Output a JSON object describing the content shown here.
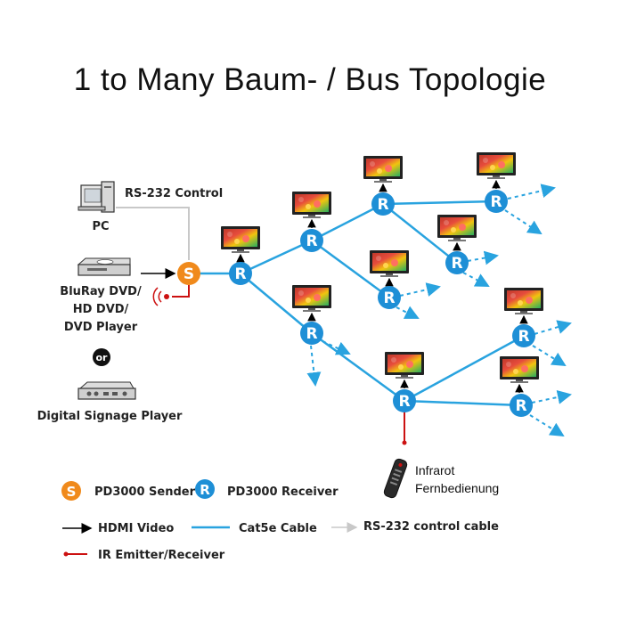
{
  "title": "1 to Many Baum- / Bus Topologie",
  "sources": {
    "pc": "PC",
    "rs232_control": "RS-232 Control",
    "bluray_line1": "BluRay DVD/",
    "bluray_line2": "HD DVD/",
    "bluray_line3": "DVD Player",
    "or": "or",
    "signage": "Digital Signage Player"
  },
  "nodes": {
    "sender_letter": "S",
    "receiver_letter": "R"
  },
  "remote": {
    "line1": "Infrarot",
    "line2": "Fernbedienung"
  },
  "legend": {
    "sender": "PD3000 Sender",
    "receiver": "PD3000 Receiver",
    "hdmi": "HDMI Video",
    "cat5e": "Cat5e Cable",
    "rs232": "RS-232 control cable",
    "ir": "IR Emitter/Receiver"
  },
  "colors": {
    "sender": "#f08a1c",
    "receiver": "#1e8fd6",
    "cable": "#29a3df",
    "ir": "#cc1111",
    "rs232": "#c8c8c8",
    "hdmi": "#000000"
  }
}
